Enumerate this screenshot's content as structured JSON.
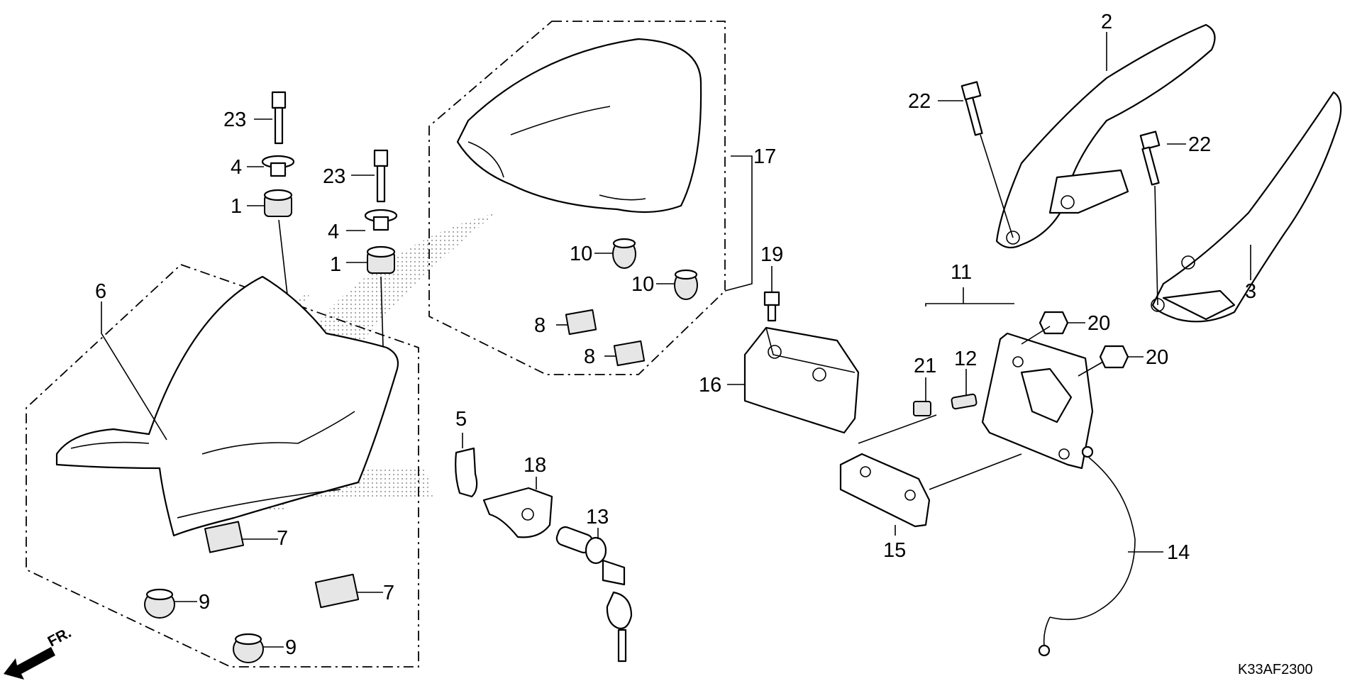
{
  "diagram": {
    "code": "K33AF2300",
    "front_label": "FR.",
    "callouts": {
      "c1a": "1",
      "c1b": "1",
      "c2": "2",
      "c3": "3",
      "c4a": "4",
      "c4b": "4",
      "c5": "5",
      "c6": "6",
      "c7a": "7",
      "c7b": "7",
      "c8a": "8",
      "c8b": "8",
      "c9a": "9",
      "c9b": "9",
      "c10a": "10",
      "c10b": "10",
      "c11": "11",
      "c12": "12",
      "c13": "13",
      "c14": "14",
      "c15": "15",
      "c16": "16",
      "c17": "17",
      "c18": "18",
      "c19": "19",
      "c20a": "20",
      "c20b": "20",
      "c21": "21",
      "c22a": "22",
      "c22b": "22",
      "c23a": "23",
      "c23b": "23"
    },
    "colors": {
      "line": "#000000",
      "background": "#ffffff",
      "dot_pattern": "#a0a0a0"
    }
  }
}
